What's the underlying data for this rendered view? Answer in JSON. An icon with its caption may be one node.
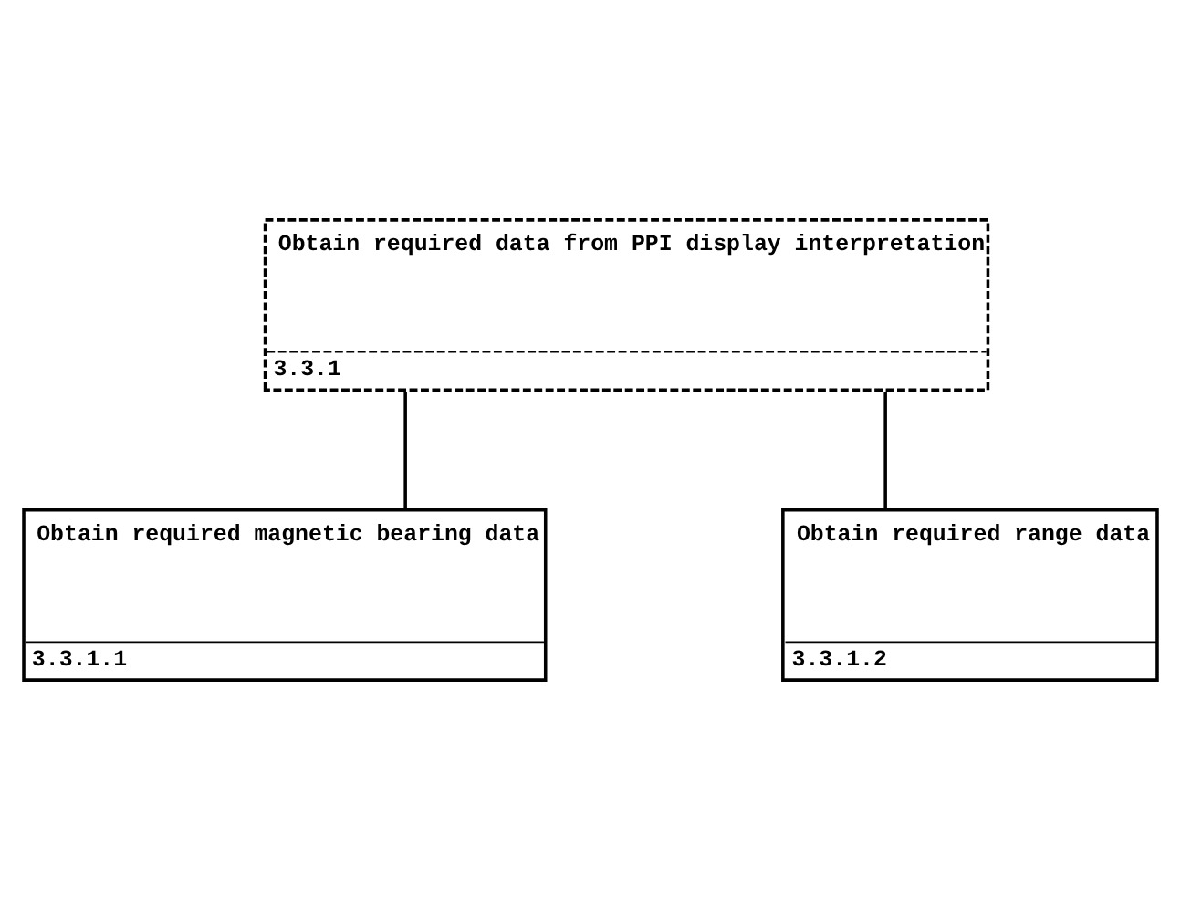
{
  "diagram": {
    "nodes": [
      {
        "text": [
          "Obtain required data from PPI display interpretation",
          "3.3.1"
        ]
      },
      {
        "text": [
          "Obtain required magnetic bearing data",
          "3.3.1.1"
        ]
      },
      {
        "text": [
          "Obtain required range data",
          "3.3.1.2"
        ]
      }
    ],
    "edges": [
      {
        "from": 0,
        "to": 1,
        "arrow": "none"
      },
      {
        "from": 0,
        "to": 2,
        "arrow": "none"
      }
    ]
  }
}
